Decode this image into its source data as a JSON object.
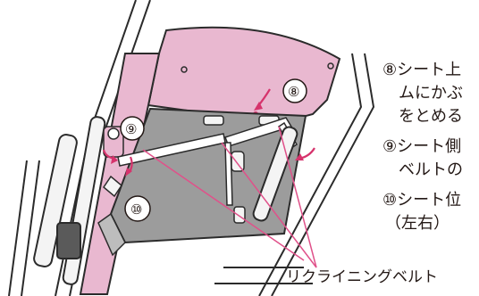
{
  "steps": [
    {
      "number": "⑧",
      "line1": "⑧シート上",
      "line2": "ムにかぶ",
      "line3": "をとめる"
    },
    {
      "number": "⑨",
      "line1": "⑨シート側",
      "line2": "ベルトの"
    },
    {
      "number": "⑩",
      "line1": "⑩シート位",
      "line2": "（左右）"
    }
  ],
  "callout": {
    "label": "リクライニングベルト"
  },
  "colors": {
    "seat_pink": "#e9b8d0",
    "seat_pink_dark": "#d495b6",
    "mesh_gray": "#9c9c9c",
    "frame_line": "#2b2b2b",
    "arrow_magenta": "#d6336c",
    "callout_line": "#e0518a"
  }
}
